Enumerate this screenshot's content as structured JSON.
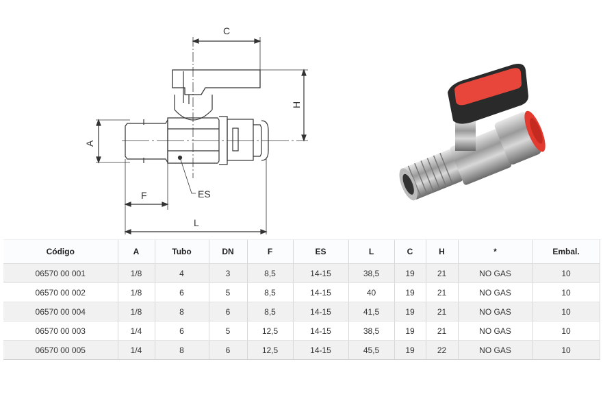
{
  "drawing": {
    "labels": {
      "C": "C",
      "H": "H",
      "A": "A",
      "F": "F",
      "ES": "ES",
      "L": "L"
    }
  },
  "photo": {
    "description": "mini ball valve with black/red handle, threaded male end and red push-in fitting"
  },
  "table": {
    "headers": [
      "Código",
      "A",
      "Tubo",
      "DN",
      "F",
      "ES",
      "L",
      "C",
      "H",
      "*",
      "Embal."
    ],
    "rows": [
      [
        "06570 00 001",
        "1/8",
        "4",
        "3",
        "8,5",
        "14-15",
        "38,5",
        "19",
        "21",
        "NO GAS",
        "10"
      ],
      [
        "06570 00 002",
        "1/8",
        "6",
        "5",
        "8,5",
        "14-15",
        "40",
        "19",
        "21",
        "NO GAS",
        "10"
      ],
      [
        "06570 00 004",
        "1/8",
        "8",
        "6",
        "8,5",
        "14-15",
        "41,5",
        "19",
        "21",
        "NO GAS",
        "10"
      ],
      [
        "06570 00 003",
        "1/4",
        "6",
        "5",
        "12,5",
        "14-15",
        "38,5",
        "19",
        "21",
        "NO GAS",
        "10"
      ],
      [
        "06570 00 005",
        "1/4",
        "8",
        "6",
        "12,5",
        "14-15",
        "45,5",
        "19",
        "22",
        "NO GAS",
        "10"
      ]
    ]
  },
  "colors": {
    "handle_red": "#e8463a",
    "handle_black": "#2a2a2a",
    "row_stripe": "#f1f1f1"
  }
}
